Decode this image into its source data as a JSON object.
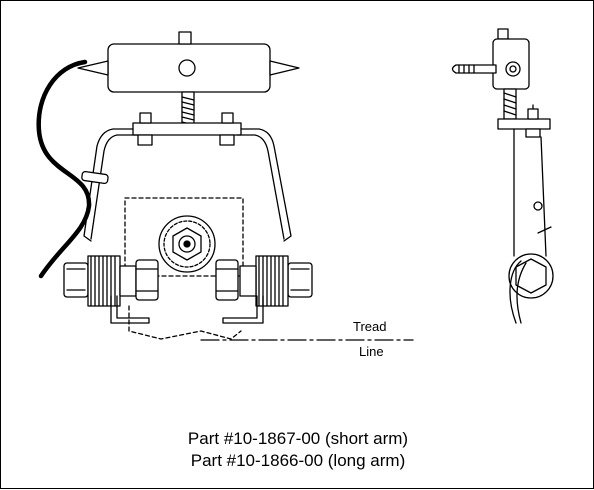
{
  "labels": {
    "tread": "Tread",
    "line": "Line"
  },
  "caption": {
    "part_short": "Part #10-1867-00 (short arm)",
    "part_long": "Part #10-1866-00 (long arm)"
  }
}
